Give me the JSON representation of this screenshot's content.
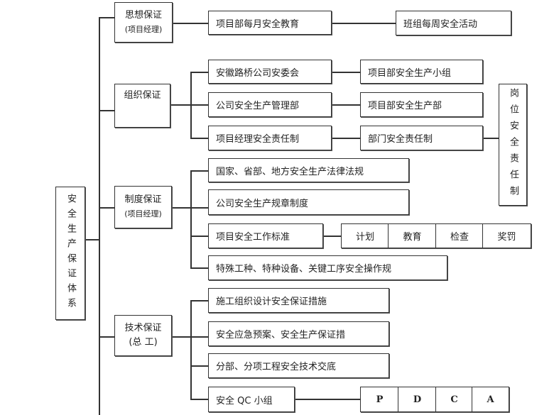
{
  "root": "安全生产保证体系",
  "categories": [
    {
      "title": "思想保证",
      "sub": "(项目经理)"
    },
    {
      "title": "组织保证",
      "sub": ""
    },
    {
      "title": "制度保证",
      "sub": "(项目经理)"
    },
    {
      "title": "技术保证",
      "sub": "(总  工)"
    }
  ],
  "thought": {
    "item": "项目部每月安全教育",
    "next": "班组每周安全活动"
  },
  "org": {
    "items": [
      "安徽路桥公司安委会",
      "公司安全生产管理部",
      "项目经理安全责任制"
    ],
    "next": [
      "项目部安全生产小组",
      "项目部安全生产部",
      "部门安全责任制"
    ],
    "post": "岗位安全责任制"
  },
  "system": {
    "items": [
      "国家、省部、地方安全生产法律法规",
      "公司安全生产规章制度",
      "项目安全工作标准",
      "特殊工种、特种设备、关键工序安全操作规"
    ],
    "standards": [
      "计划",
      "教育",
      "检查",
      "奖罚"
    ]
  },
  "tech": {
    "items": [
      "施工组织设计安全保证措施",
      "安全应急预案、安全生产保证措",
      "分部、分项工程安全技术交底",
      "安全 QC 小组"
    ],
    "pdca": [
      "P",
      "D",
      "C",
      "A"
    ]
  }
}
